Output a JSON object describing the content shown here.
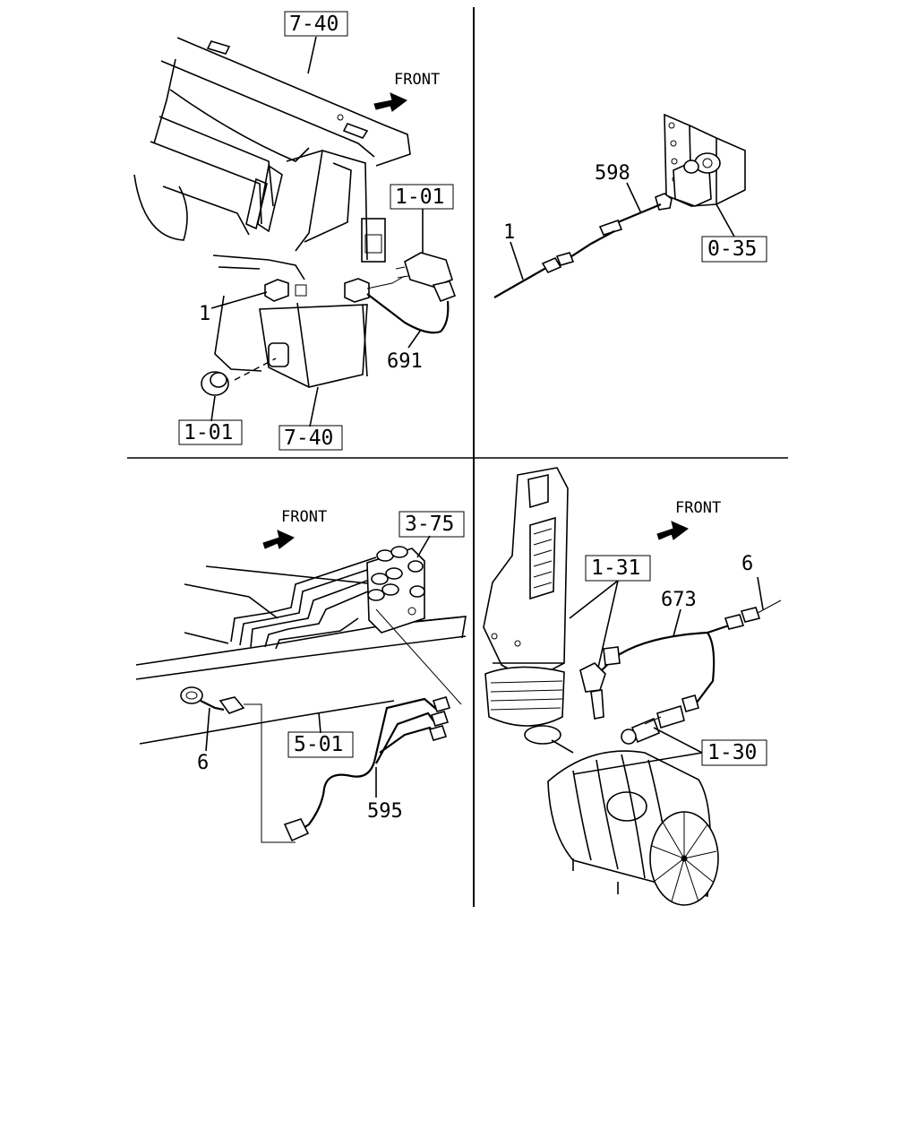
{
  "panels": {
    "top_left": {
      "front_label": "FRONT",
      "refs": [
        "7-40",
        "1-01",
        "1-01",
        "7-40"
      ],
      "parts": [
        "1",
        "691"
      ]
    },
    "top_right": {
      "refs": [
        "0-35"
      ],
      "parts": [
        "598",
        "1"
      ]
    },
    "bottom_left": {
      "front_label": "FRONT",
      "refs": [
        "3-75",
        "5-01"
      ],
      "parts": [
        "6",
        "595"
      ]
    },
    "bottom_right": {
      "front_label": "FRONT",
      "refs": [
        "1-31",
        "1-30"
      ],
      "parts": [
        "6",
        "673"
      ]
    }
  }
}
